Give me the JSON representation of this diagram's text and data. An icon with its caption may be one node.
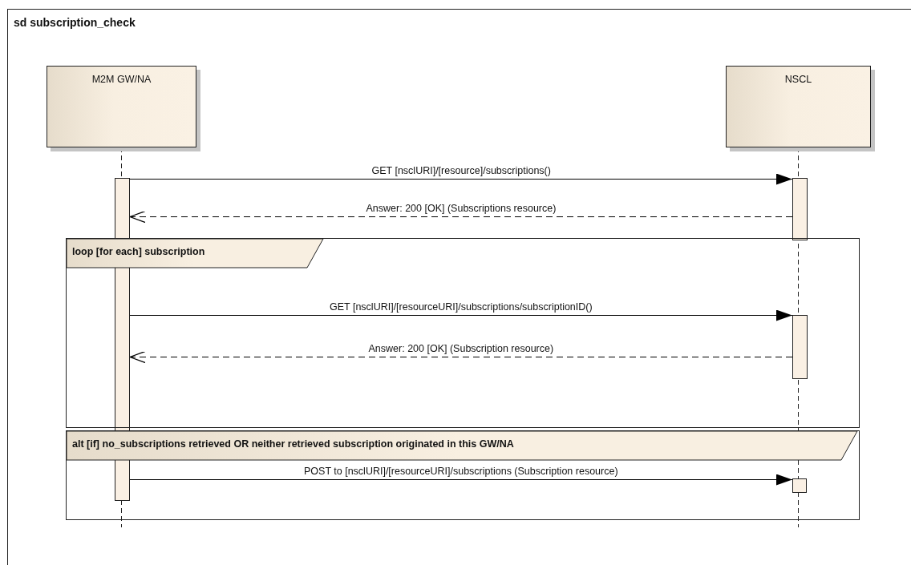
{
  "diagram": {
    "title": "sd subscription_check",
    "nodes": [
      {
        "text": [
          "M2M GW/NA"
        ]
      },
      {
        "text": [
          "NSCL"
        ]
      },
      {
        "text": [],
        "shape": "bar"
      },
      {
        "text": [],
        "shape": "bar"
      },
      {
        "text": [
          "loop [for each] subscription"
        ]
      },
      {
        "text": [],
        "shape": "bar",
        "in": 4
      },
      {
        "text": [
          "alt [if] no_subscriptions retrieved OR neither retrieved subscription originated in this GW/NA"
        ]
      },
      {
        "text": [],
        "shape": "bar",
        "in": 6
      }
    ],
    "edges": [
      {
        "from": 2,
        "to": 3,
        "arrow": "to",
        "label": "GET [nsclURI]/[resource]/subscriptions()"
      },
      {
        "from": 3,
        "to": 2,
        "arrow": "to",
        "style": "dashed",
        "label": "Answer: 200 [OK] (Subscriptions resource)"
      },
      {
        "from": 2,
        "to": 5,
        "arrow": "to",
        "label": "GET [nsclURI]/[resourceURI]/subscriptions/subscriptionID()"
      },
      {
        "from": 5,
        "to": 2,
        "arrow": "to",
        "style": "dashed",
        "label": "Answer: 200 [OK] (Subscription resource)"
      },
      {
        "from": 2,
        "to": 7,
        "arrow": "to",
        "label": "POST to [nsclURI]/[resourceURI]/subscriptions (Subscription resource)"
      }
    ]
  }
}
